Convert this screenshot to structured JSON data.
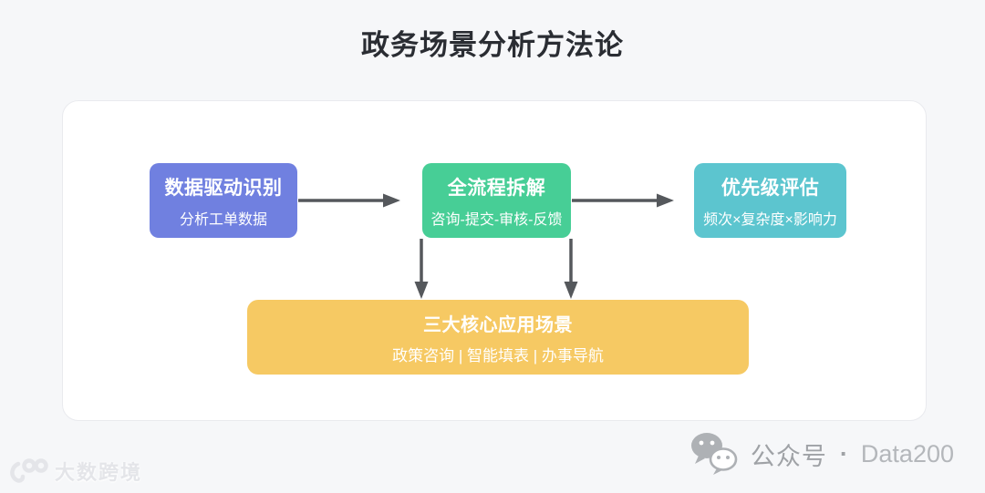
{
  "title": "政务场景分析方法论",
  "colors": {
    "background": "#f6f7f9",
    "step1": "#7080e0",
    "step2": "#47ce96",
    "step3": "#5cc5cf",
    "result": "#f6c963",
    "arrow": "#55585c",
    "title": "#2a2d33",
    "watermark": "#e4e5e9",
    "footer_gray": "#a4a7ab"
  },
  "diagram": {
    "steps": [
      {
        "title": "数据驱动识别",
        "subtitle": "分析工单数据"
      },
      {
        "title": "全流程拆解",
        "subtitle": "咨询-提交-审核-反馈"
      },
      {
        "title": "优先级评估",
        "subtitle": "频次×复杂度×影响力"
      }
    ],
    "result": {
      "title": "三大核心应用场景",
      "subtitle": "政策咨询 | 智能填表 | 办事导航"
    }
  },
  "icons": {
    "wechat": "wechat-double-chat-bubbles",
    "watermark_logo": "dashu-100-swirl-logo"
  },
  "footer": {
    "watermark_text": "大数跨境",
    "account_label": "公众号",
    "separator": "·",
    "account_name": "Data200"
  }
}
